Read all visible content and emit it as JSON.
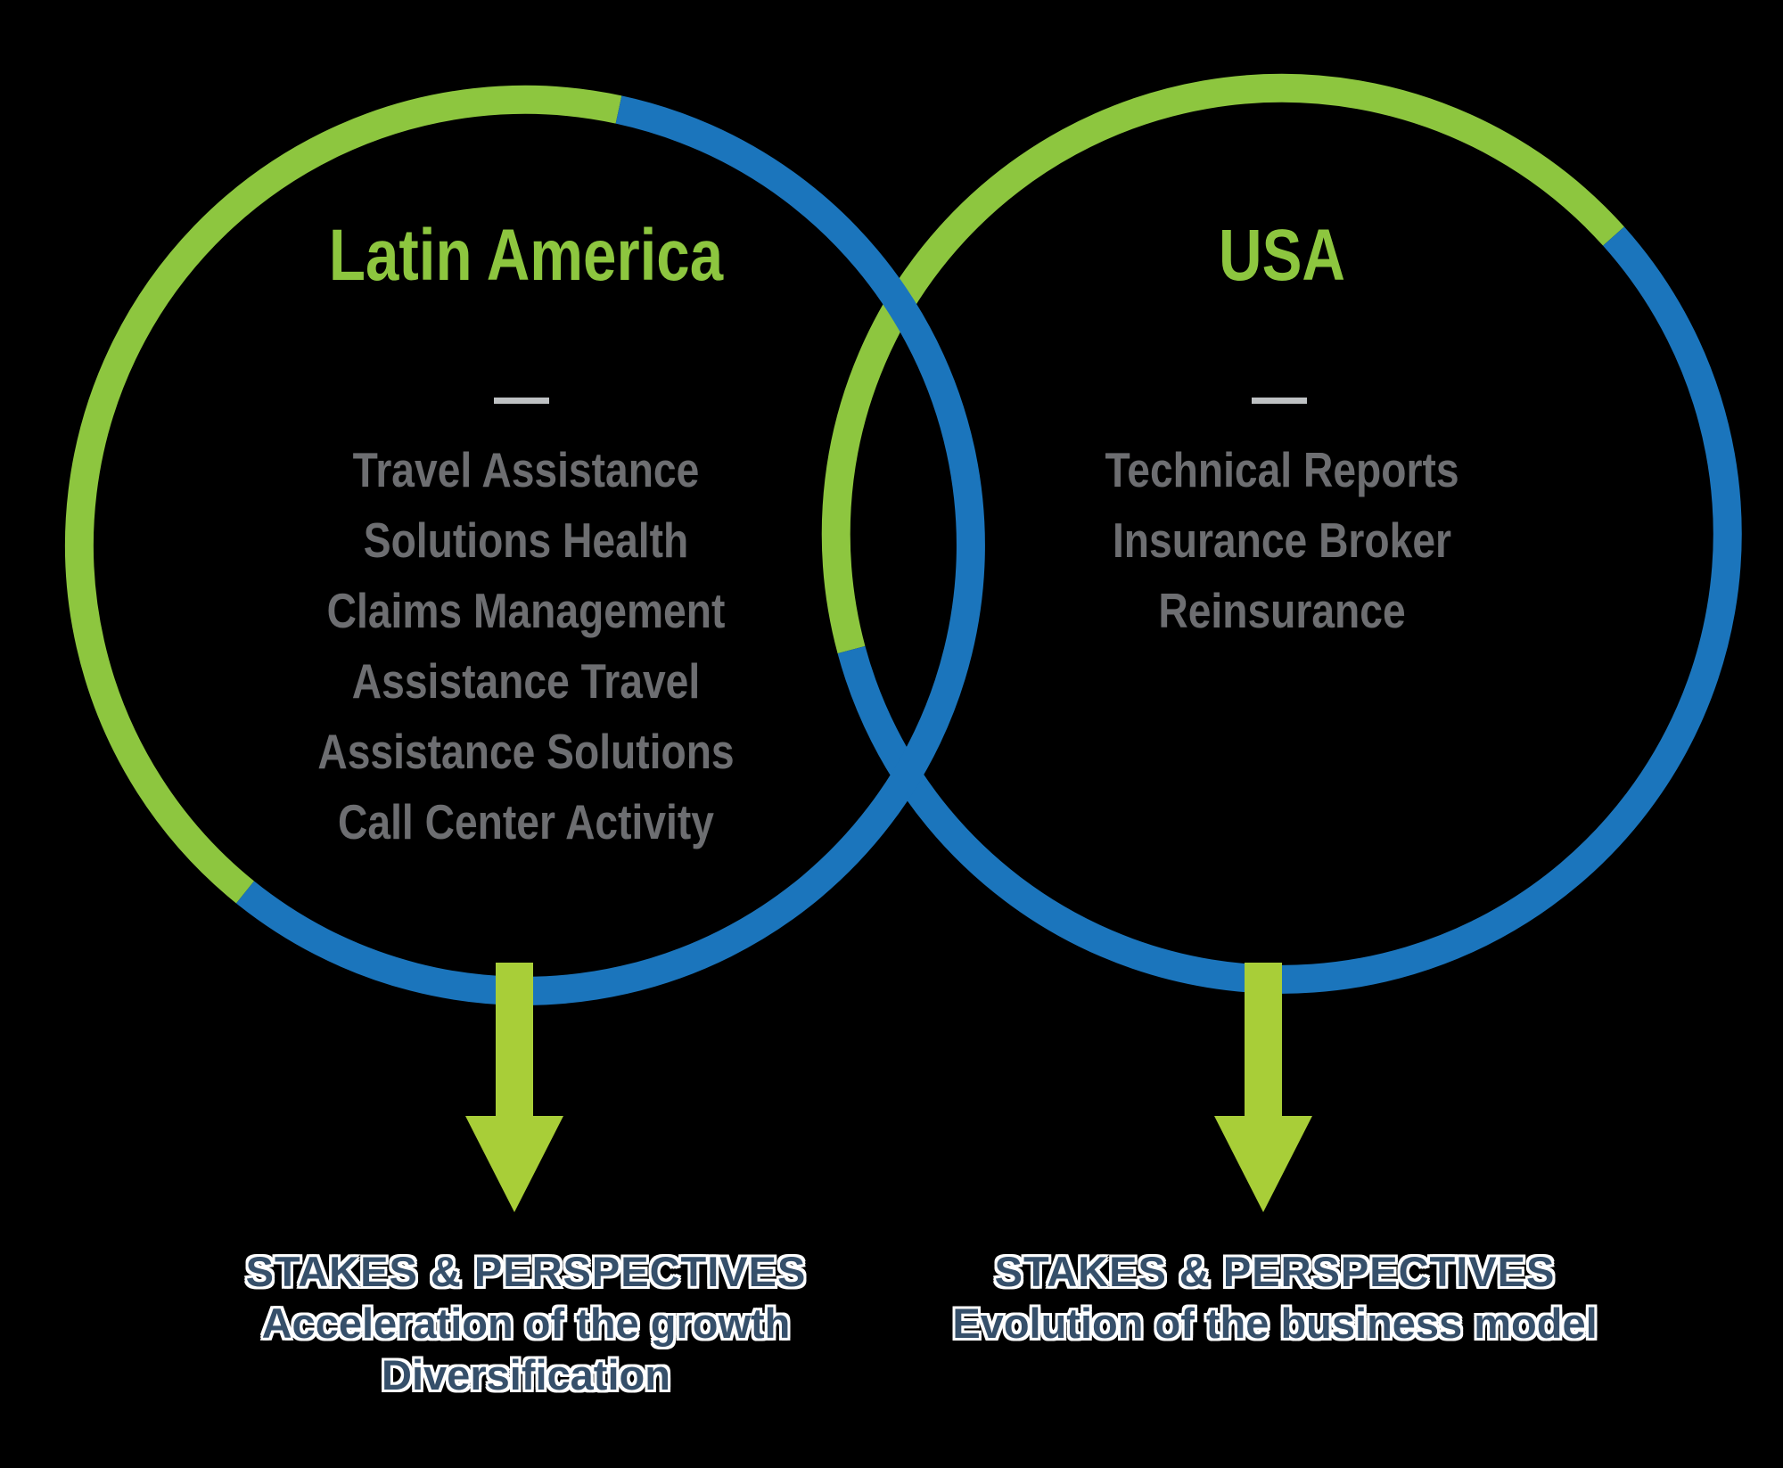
{
  "colors": {
    "green": "#8DC63F",
    "blue": "#1B75BC",
    "arrow": "#A8CE38",
    "gray_text": "#6D6E71",
    "dark_text": "#36506B",
    "background": "#000000",
    "divider": "#C8CBCD"
  },
  "left_circle": {
    "title": "Latin America",
    "items": [
      "Travel Assistance",
      "Solutions Health",
      "Claims Management",
      "Assistance Travel",
      "Assistance Solutions",
      "Call Center Activity"
    ]
  },
  "right_circle": {
    "title": "USA",
    "items": [
      "Technical Reports",
      "Insurance Broker",
      "Reinsurance"
    ]
  },
  "left_outcome": {
    "heading": "STAKES & PERSPECTIVES",
    "lines": [
      "Acceleration of the growth",
      "Diversification"
    ]
  },
  "right_outcome": {
    "heading": "STAKES & PERSPECTIVES",
    "lines": [
      "Evolution of the business model"
    ]
  }
}
